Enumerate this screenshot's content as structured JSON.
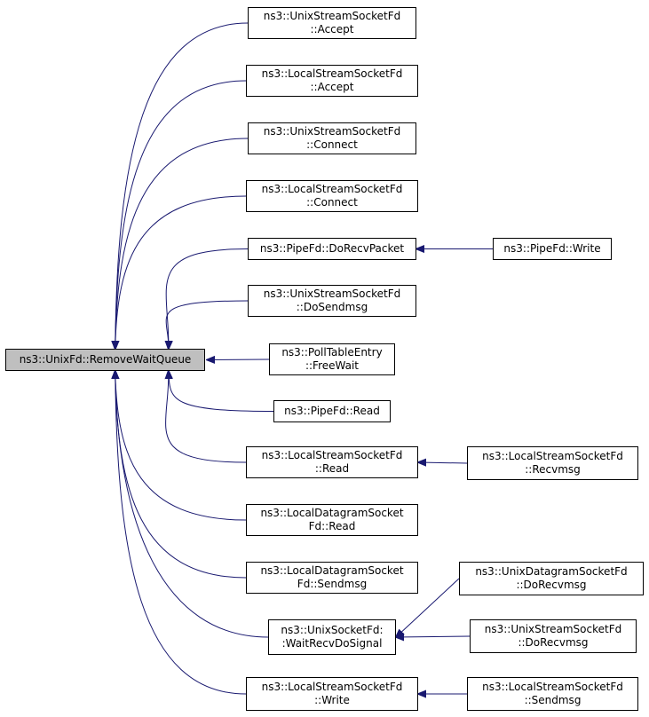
{
  "colors": {
    "edge": "#191970",
    "node_fill": "#ffffff",
    "root_fill": "#bfbfbf",
    "border": "#000000"
  },
  "root": {
    "label": "ns3::UnixFd::RemoveWaitQueue"
  },
  "nodes": {
    "unix-accept": {
      "line1": "ns3::UnixStreamSocketFd",
      "line2": "::Accept"
    },
    "local-accept": {
      "line1": "ns3::LocalStreamSocketFd",
      "line2": "::Accept"
    },
    "unix-connect": {
      "line1": "ns3::UnixStreamSocketFd",
      "line2": "::Connect"
    },
    "local-connect": {
      "line1": "ns3::LocalStreamSocketFd",
      "line2": "::Connect"
    },
    "pipe-dorecv": {
      "line1": "ns3::PipeFd::DoRecvPacket",
      "line2": ""
    },
    "unix-dosend": {
      "line1": "ns3::UnixStreamSocketFd",
      "line2": "::DoSendmsg"
    },
    "poll-freewait": {
      "line1": "ns3::PollTableEntry",
      "line2": "::FreeWait"
    },
    "pipe-read": {
      "line1": "ns3::PipeFd::Read",
      "line2": ""
    },
    "local-read": {
      "line1": "ns3::LocalStreamSocketFd",
      "line2": "::Read"
    },
    "ldgram-read": {
      "line1": "ns3::LocalDatagramSocket",
      "line2": "Fd::Read"
    },
    "ldgram-send": {
      "line1": "ns3::LocalDatagramSocket",
      "line2": "Fd::Sendmsg"
    },
    "unix-waitrecv": {
      "line1": "ns3::UnixSocketFd:",
      "line2": ":WaitRecvDoSignal"
    },
    "local-write": {
      "line1": "ns3::LocalStreamSocketFd",
      "line2": "::Write"
    },
    "pipe-write": {
      "line1": "ns3::PipeFd::Write",
      "line2": ""
    },
    "local-recvmsg": {
      "line1": "ns3::LocalStreamSocketFd",
      "line2": "::Recvmsg"
    },
    "udgram-dorecv": {
      "line1": "ns3::UnixDatagramSocketFd",
      "line2": "::DoRecvmsg"
    },
    "ustream-dorecv": {
      "line1": "ns3::UnixStreamSocketFd",
      "line2": "::DoRecvmsg"
    },
    "local-sendmsg": {
      "line1": "ns3::LocalStreamSocketFd",
      "line2": "::Sendmsg"
    }
  },
  "edges": [
    {
      "from": "unix-accept",
      "to": "root"
    },
    {
      "from": "local-accept",
      "to": "root"
    },
    {
      "from": "unix-connect",
      "to": "root"
    },
    {
      "from": "local-connect",
      "to": "root"
    },
    {
      "from": "pipe-dorecv",
      "to": "root"
    },
    {
      "from": "unix-dosend",
      "to": "root"
    },
    {
      "from": "poll-freewait",
      "to": "root"
    },
    {
      "from": "pipe-read",
      "to": "root"
    },
    {
      "from": "local-read",
      "to": "root"
    },
    {
      "from": "ldgram-read",
      "to": "root"
    },
    {
      "from": "ldgram-send",
      "to": "root"
    },
    {
      "from": "unix-waitrecv",
      "to": "root"
    },
    {
      "from": "local-write",
      "to": "root"
    },
    {
      "from": "pipe-write",
      "to": "pipe-dorecv"
    },
    {
      "from": "local-recvmsg",
      "to": "local-read"
    },
    {
      "from": "udgram-dorecv",
      "to": "unix-waitrecv"
    },
    {
      "from": "ustream-dorecv",
      "to": "unix-waitrecv"
    },
    {
      "from": "local-sendmsg",
      "to": "local-write"
    }
  ]
}
